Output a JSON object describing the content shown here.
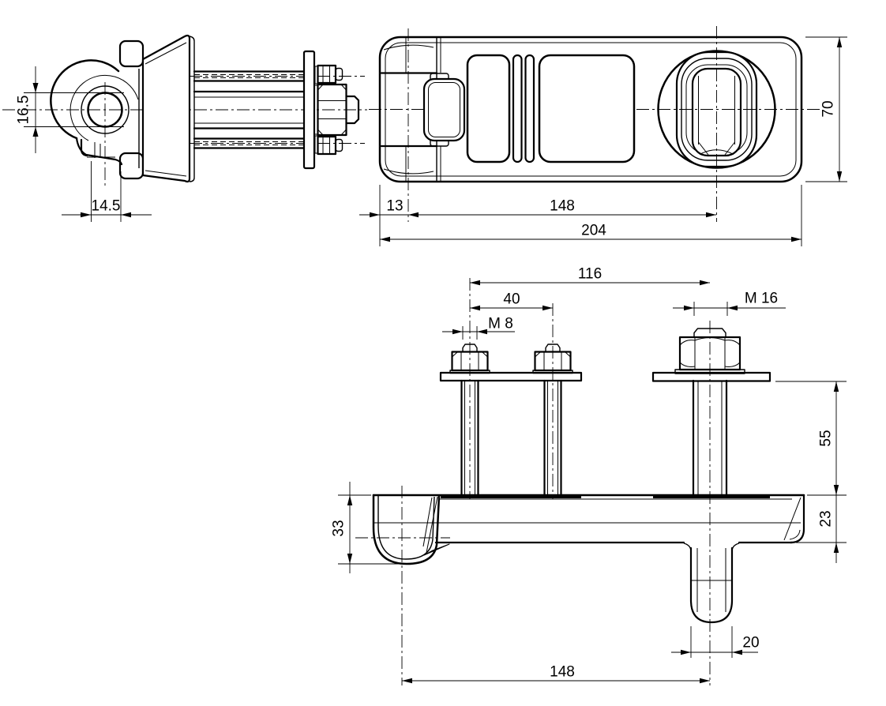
{
  "meta": {
    "background": "#ffffff",
    "line_color": "#000000"
  },
  "dims": {
    "hole_dia": "16.5",
    "pivot_offset": "14.5",
    "edge_to_pin": "13",
    "pin_to_boss": "148",
    "overall_length": "204",
    "width": "70",
    "stud_to_bolt": "116",
    "stud_spacing": "40",
    "stud_thread": "M 8",
    "bolt_thread": "M 16",
    "stud_length": "55",
    "hook_depth": "33",
    "body_thickness": "23",
    "pin_dia": "20",
    "hook_to_bolt": "148"
  }
}
